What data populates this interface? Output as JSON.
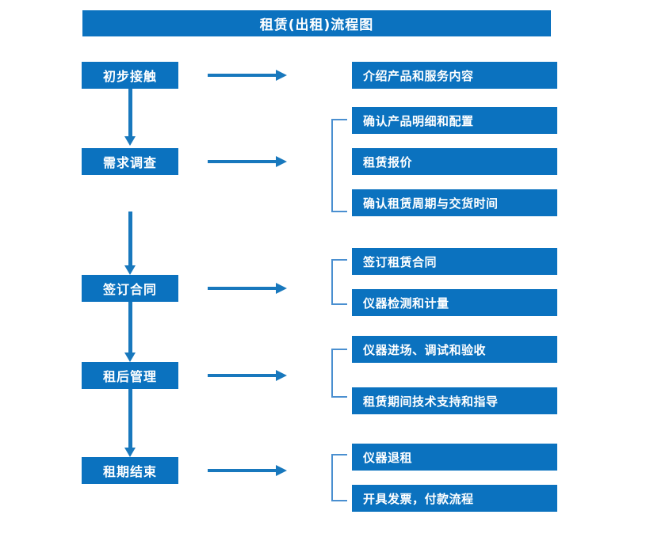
{
  "diagram": {
    "title": "租赁(出租)流程图",
    "colors": {
      "box_blue": "#0b72bf",
      "arrow_blue": "#1878bd",
      "bracket_blue": "#4a8fd0",
      "text_white": "#ffffff",
      "background": "#ffffff"
    },
    "stages": [
      {
        "id": "stage-1",
        "label": "初步接触",
        "details": [
          "介绍产品和服务内容"
        ]
      },
      {
        "id": "stage-2",
        "label": "需求调查",
        "details": [
          "确认产品明细和配置",
          "租赁报价",
          "确认租赁周期与交货时间"
        ]
      },
      {
        "id": "stage-3",
        "label": "签订合同",
        "details": [
          "签订租赁合同",
          "仪器检测和计量"
        ]
      },
      {
        "id": "stage-4",
        "label": "租后管理",
        "details": [
          "仪器进场、调试和验收",
          "租赁期间技术支持和指导"
        ]
      },
      {
        "id": "stage-5",
        "label": "租期结束",
        "details": [
          "仪器退租",
          "开具发票，付款流程"
        ]
      }
    ],
    "details_flat": [
      "介绍产品和服务内容",
      "确认产品明细和配置",
      "租赁报价",
      "确认租赁周期与交货时间",
      "签订租赁合同",
      "仪器检测和计量",
      "仪器进场、调试和验收",
      "租赁期间技术支持和指导",
      "仪器退租",
      "开具发票，付款流程"
    ]
  }
}
